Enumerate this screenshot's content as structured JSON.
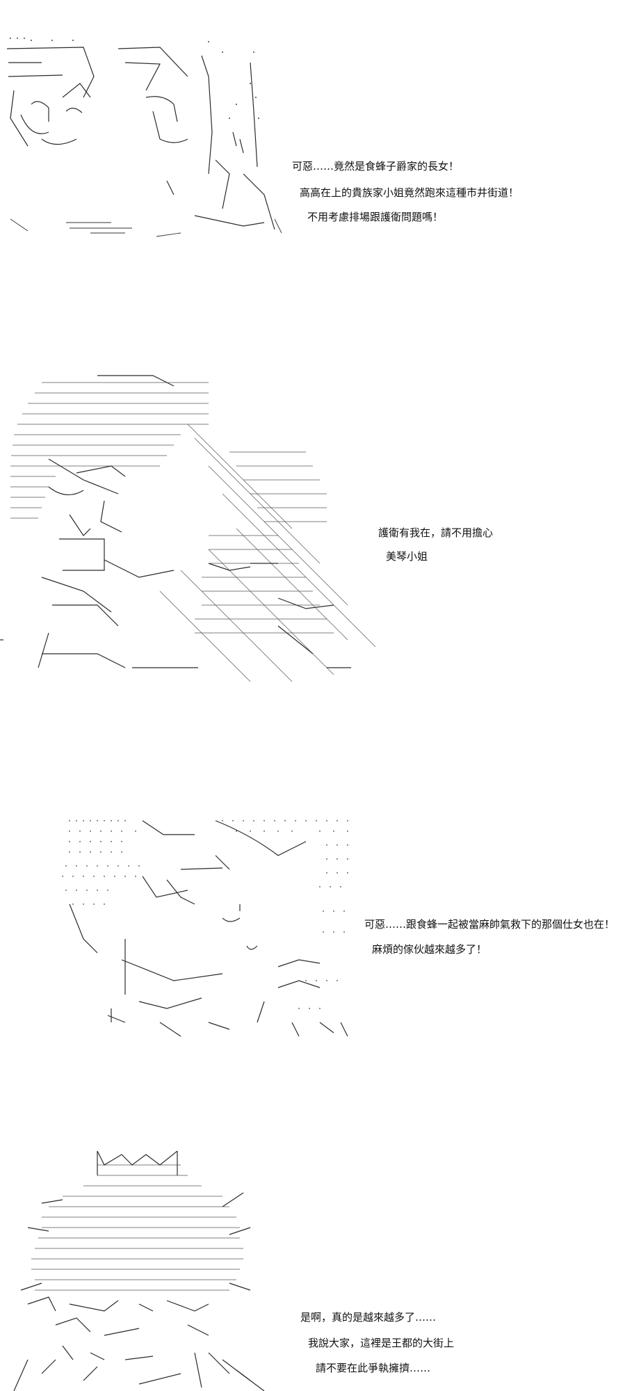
{
  "panels": [
    {
      "dialogue": [
        "可惡……竟然是食蜂子爵家的長女！",
        "高高在上的貴族家小姐竟然跑來這種市井街道！",
        "不用考慮排場跟護衛問題嗎！"
      ]
    },
    {
      "dialogue": [
        "護衛有我在，請不用擔心",
        "美琴小姐"
      ]
    },
    {
      "dialogue": [
        "可惡……跟食蜂一起被當麻帥氣救下的那個仕女也在！",
        "麻煩的傢伙越來越多了！"
      ]
    },
    {
      "dialogue": [
        "是啊，真的是越來越多了……",
        "我說大家，這裡是王都的大街上",
        "請不要在此爭執擁擠……"
      ]
    }
  ],
  "colors": {
    "background": "#ffffff",
    "ink": "#111111"
  }
}
